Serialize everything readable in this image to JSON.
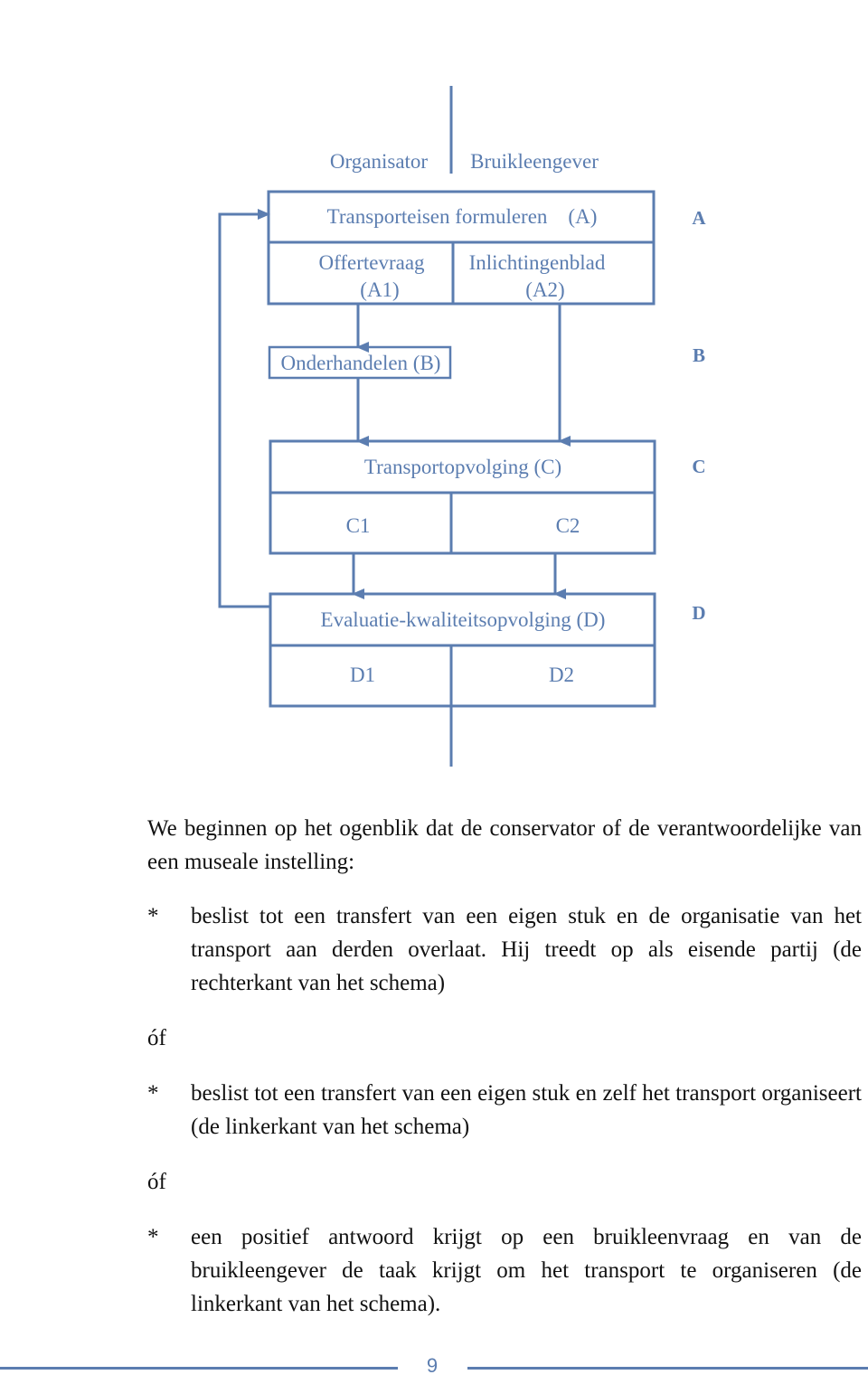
{
  "diagram": {
    "header_left": "Organisator",
    "header_right": "Bruikleengever",
    "box_a_title": "Transporteisen formuleren    (A)",
    "a1_line1": "Offertevraag",
    "a1_line2": "(A1)",
    "a2_line1": "Inlichtingenblad",
    "a2_line2": "(A2)",
    "box_b": "Onderhandelen (B)",
    "box_c_title": "Transportopvolging (C)",
    "c1": "C1",
    "c2": "C2",
    "box_d_title": "Evaluatie-kwaliteitsopvolging (D)",
    "d1": "D1",
    "d2": "D2",
    "side_a": "A",
    "side_b": "B",
    "side_c": "C",
    "side_d": "D",
    "color": "#5b7db0"
  },
  "text": {
    "intro": "We beginnen op het ogenblik dat de conservator of de verantwoordelijke van een museale instelling:",
    "bullet_marker": "*",
    "bullet1": "beslist tot een transfert van een eigen stuk en de organisatie van het transport aan derden overlaat. Hij treedt op als eisende partij (de rechterkant van het schema)",
    "of1": "óf",
    "bullet2": "beslist tot een transfert van een eigen stuk en zelf het transport organiseert (de linkerkant van het schema)",
    "of2": "óf",
    "bullet3": "een positief antwoord krijgt op een bruikleenvraag en van de bruikleengever de taak krijgt om het transport te organiseren (de linkerkant van het schema)."
  },
  "footer": {
    "page_number": "9"
  }
}
